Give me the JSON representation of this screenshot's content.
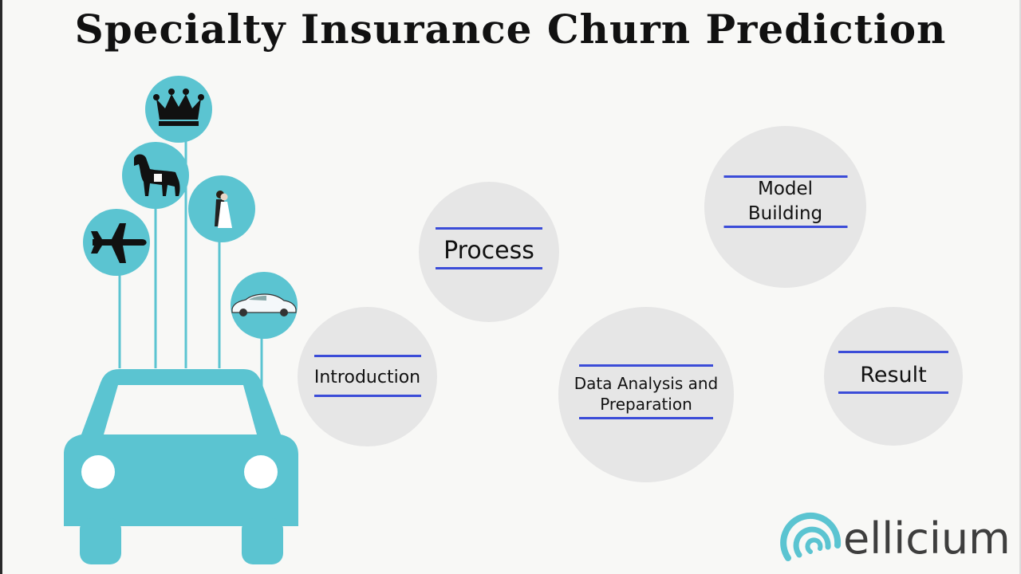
{
  "title": "Specialty Insurance Churn Prediction",
  "colors": {
    "teal": "#5bc4d1",
    "node_fill": "#e6e6e6",
    "rule": "#3b4cd8",
    "logo_gray": "#3e3e3e"
  },
  "icons": {
    "crown": "crown-icon",
    "dog": "dog-icon",
    "wedding": "wedding-couple-icon",
    "plane": "airplane-icon",
    "car": "car-icon",
    "vehicle": "vehicle-icon"
  },
  "nodes": {
    "introduction": "Introduction",
    "process": "Process",
    "data_analysis": [
      "Data Analysis and",
      "Preparation"
    ],
    "model_building": [
      "Model",
      "Building"
    ],
    "result": "Result"
  },
  "logo": {
    "text": "ellicium"
  }
}
